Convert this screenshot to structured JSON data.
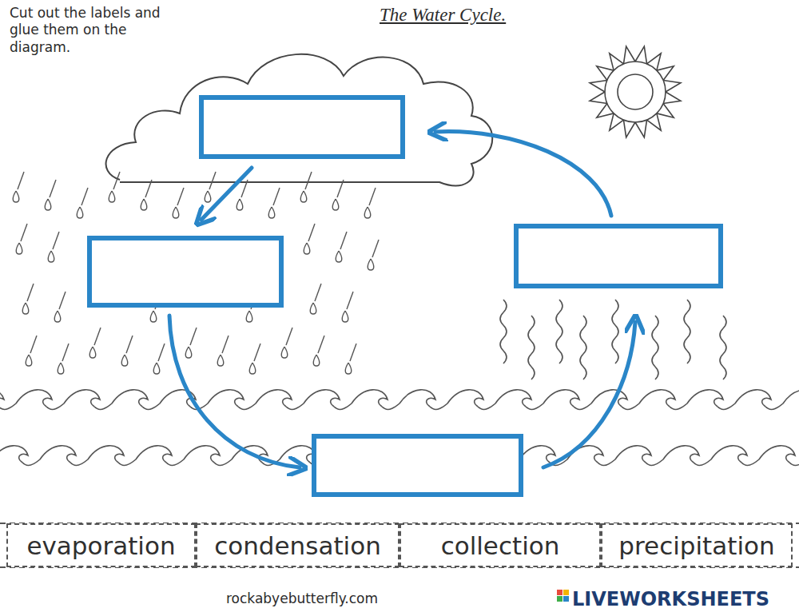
{
  "diagram": {
    "title": "The Water Cycle.",
    "nodes": [
      {
        "text": [
          "evaporation"
        ]
      },
      {
        "text": [
          "condensation"
        ]
      },
      {
        "text": [
          "collection"
        ]
      },
      {
        "text": [
          "precipitation"
        ]
      }
    ],
    "labels": [
      "Cut out the labels and glue them on the diagram.",
      "rockabyebutterfly.com",
      "LIVEWORKSHEETS"
    ]
  }
}
